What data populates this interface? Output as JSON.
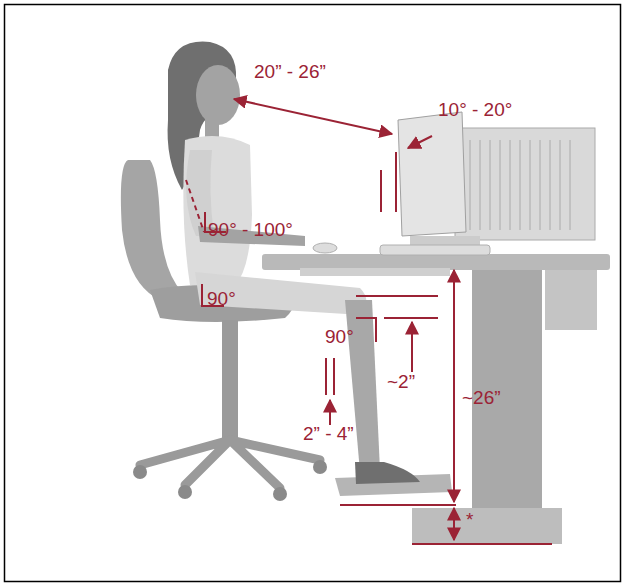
{
  "diagram": {
    "labels": [
      "20” - 26”",
      "10° - 20°",
      "90° - 100°",
      "90°",
      "90°",
      "~2”",
      "~26”",
      "2” - 4”",
      "*"
    ]
  }
}
